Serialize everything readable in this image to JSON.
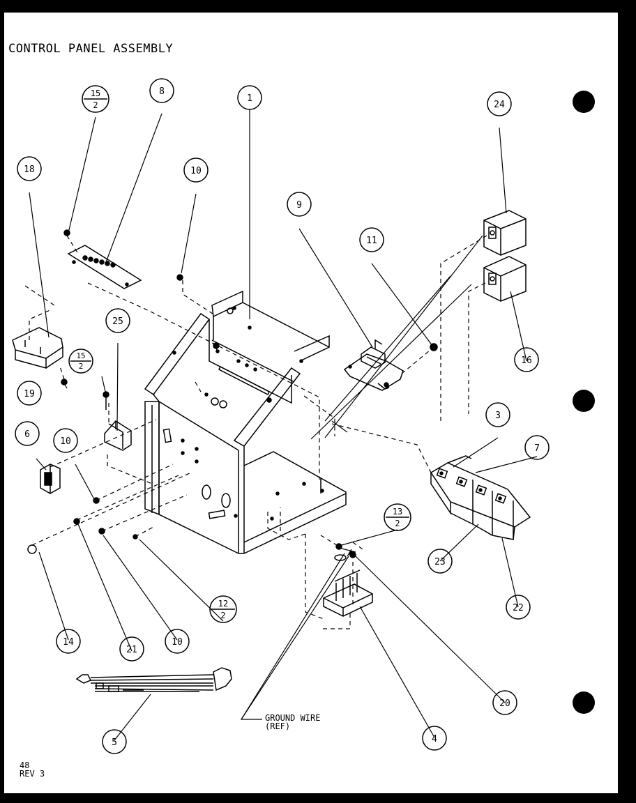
{
  "title": "CONTROL PANEL ASSEMBLY",
  "footer": {
    "line1": "48",
    "line2": "REV 3"
  },
  "ground_wire": {
    "line1": "GROUND WIRE",
    "line2": "(REF)"
  },
  "callouts": {
    "c1": "1",
    "c3": "3",
    "c4": "4",
    "c5": "5",
    "c6": "6",
    "c7": "7",
    "c8": "8",
    "c9": "9",
    "c10a": "10",
    "c10b": "10",
    "c10c": "10",
    "c11": "11",
    "c14": "14",
    "c16": "16",
    "c18": "18",
    "c19": "19",
    "c20": "20",
    "c21": "21",
    "c22": "22",
    "c23": "23",
    "c24": "24",
    "c25": "25"
  },
  "fractions": {
    "f15a": {
      "num": "15",
      "den": "2"
    },
    "f15b": {
      "num": "15",
      "den": "2"
    },
    "f13": {
      "num": "13",
      "den": "2"
    },
    "f12": {
      "num": "12",
      "den": "2"
    }
  }
}
